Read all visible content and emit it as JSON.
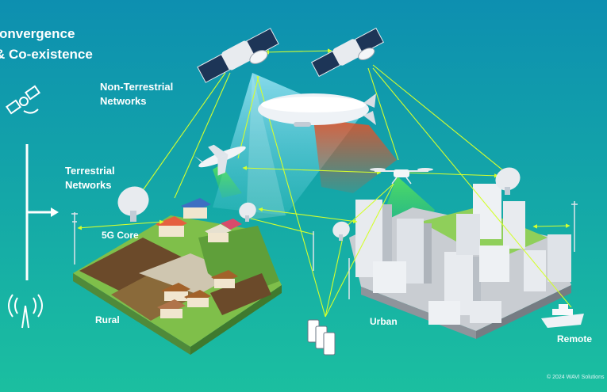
{
  "title": {
    "line1": "onvergence",
    "line2": "& Co-existence"
  },
  "labels": {
    "non_terrestrial": [
      "Non-Terrestrial",
      "Networks"
    ],
    "terrestrial": [
      "Terrestrial",
      "Networks"
    ],
    "core": "5G Core",
    "rural": "Rural",
    "urban": "Urban",
    "remote": "Remote"
  },
  "copyright": "© 2024 WAVI Solutions",
  "colors": {
    "bg_top": "#0d8fb0",
    "bg_bottom": "#1bbfa0",
    "link_line": "#d4ff2e",
    "satellite_beam": "#7fe0f0",
    "airship_beam": "#e0532a",
    "drone_beam": "#46d24a",
    "plane_beam": "#5fcf50"
  }
}
